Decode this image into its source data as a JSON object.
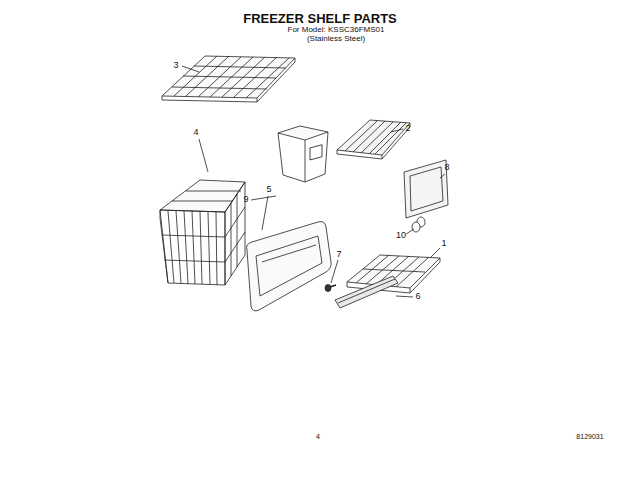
{
  "diagram": {
    "title": "FREEZER SHELF PARTS",
    "labels": [
      "For Model: KSSC36FMS01",
      "(Stainless Steel)",
      "3",
      "4",
      "9",
      "2",
      "8",
      "5",
      "10",
      "1",
      "7",
      "6",
      "4",
      "8129031"
    ]
  }
}
